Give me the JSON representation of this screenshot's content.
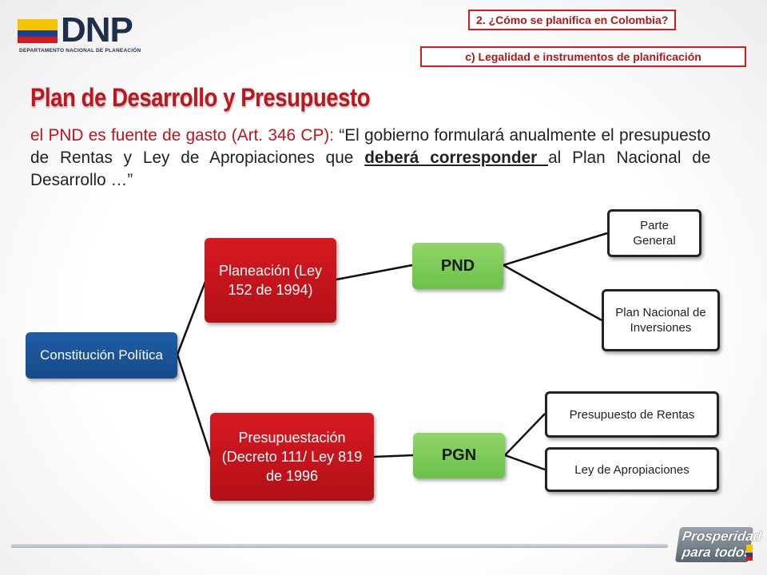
{
  "logo": {
    "text": "DNP",
    "subtitle": "DEPARTAMENTO NACIONAL DE PLANEACIÓN"
  },
  "header": {
    "section_tag": "2.  ¿Cómo se planifica en Colombia?",
    "subsection_tag": "c) Legalidad e instrumentos de planificación"
  },
  "title": "Plan de Desarrollo y Presupuesto",
  "paragraph": {
    "lead": "el PND es fuente de gasto (Art.  346 CP):",
    "quote_start": " “El gobierno formulará anualmente el presupuesto de Rentas y Ley de Apropiaciones que ",
    "emphasis": "deberá corresponder ",
    "quote_end": "al Plan Nacional de Desarrollo …”"
  },
  "diagram": {
    "root": "Constitución Política",
    "branch_planeacion": "Planeación (Ley 152 de 1994)",
    "branch_presupuestacion": "Presupuestación (Decreto 111/ Ley 819  de 1996",
    "pnd": "PND",
    "pgn": "PGN",
    "pnd_children": [
      "Parte General",
      "Plan Nacional de Inversiones"
    ],
    "pgn_children": [
      "Presupuesto de Rentas",
      "Ley de Apropiaciones"
    ]
  },
  "footer": {
    "badge_line1": "Prosperidad",
    "badge_line2": "para todos"
  },
  "colors": {
    "accent_red": "#c0141e",
    "node_blue": "#1f5da6",
    "node_red": "#d71921",
    "node_green": "#7ccb58"
  }
}
